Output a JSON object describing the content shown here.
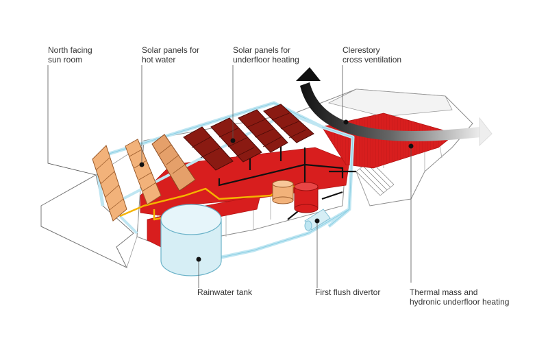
{
  "labels": {
    "sun_room": {
      "line1": "North facing",
      "line2": "sun room"
    },
    "solar_hot_water": {
      "line1": "Solar panels for",
      "line2": "hot water"
    },
    "solar_underfloor": {
      "line1": "Solar panels for",
      "line2": "underfloor heating"
    },
    "clerestory": {
      "line1": "Clerestory",
      "line2": "cross ventilation"
    },
    "rainwater_tank": {
      "line1": "Rainwater tank"
    },
    "first_flush": {
      "line1": "First flush divertor"
    },
    "thermal_mass": {
      "line1": "Thermal mass and",
      "line2": "hydronic underfloor heating"
    }
  },
  "colors": {
    "thermal_red": "#d81e1e",
    "hot_panel": "#f2b27a",
    "underfloor_panel": "#8a1a12",
    "pipe_hot": "#f5b400",
    "pipe_water": "#bfe6f2",
    "tank_fill": "#d6eef5",
    "leader": "#555555"
  }
}
